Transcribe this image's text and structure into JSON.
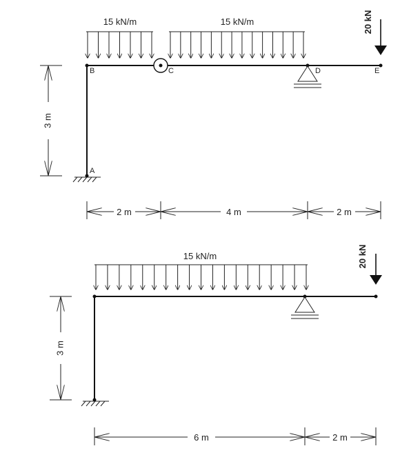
{
  "figure1": {
    "loads": {
      "left_udl": "15 kN/m",
      "right_udl": "15 kN/m",
      "point": "20 kN"
    },
    "points": {
      "A": "A",
      "B": "B",
      "C": "C",
      "D": "D",
      "E": "E"
    },
    "dims": {
      "height": "3 m",
      "d1": "2 m",
      "d2": "4 m",
      "d3": "2 m"
    }
  },
  "figure2": {
    "loads": {
      "udl": "15 kN/m",
      "point": "20 kN"
    },
    "dims": {
      "height": "3 m",
      "d1": "6 m",
      "d2": "2 m"
    }
  }
}
